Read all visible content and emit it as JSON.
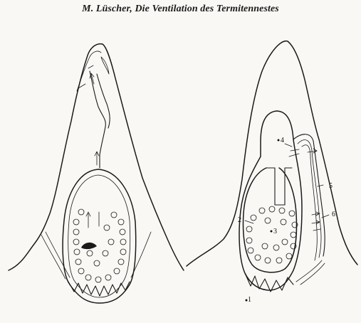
{
  "title": "M. Lüscher, Die Ventilation des Termitennestes",
  "labels": [
    "1",
    "2",
    "3",
    "4",
    "5",
    "6"
  ]
}
